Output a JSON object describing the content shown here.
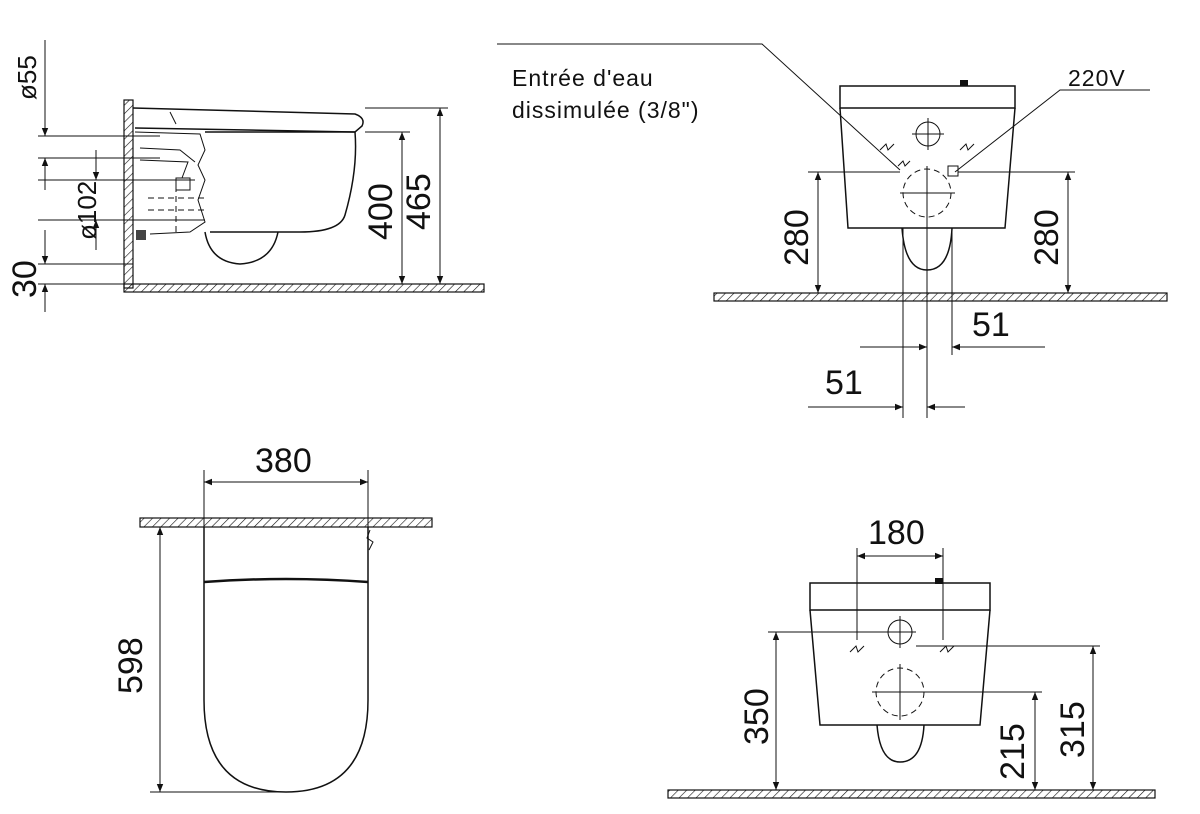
{
  "labels": {
    "water_inlet_line1": "Entrée d'eau",
    "water_inlet_line2": "dissimulée (3/8\")",
    "power": "220V"
  },
  "side_view": {
    "dim_d55": "ø55",
    "dim_d102": "ø102",
    "dim_30": "30",
    "dim_400": "400",
    "dim_465": "465"
  },
  "rear_view": {
    "dim_280_left": "280",
    "dim_280_right": "280",
    "dim_51_top": "51",
    "dim_51_bottom": "51"
  },
  "top_view": {
    "dim_380": "380",
    "dim_598": "598"
  },
  "mount_view": {
    "dim_180": "180",
    "dim_350": "350",
    "dim_215": "215",
    "dim_315": "315"
  }
}
